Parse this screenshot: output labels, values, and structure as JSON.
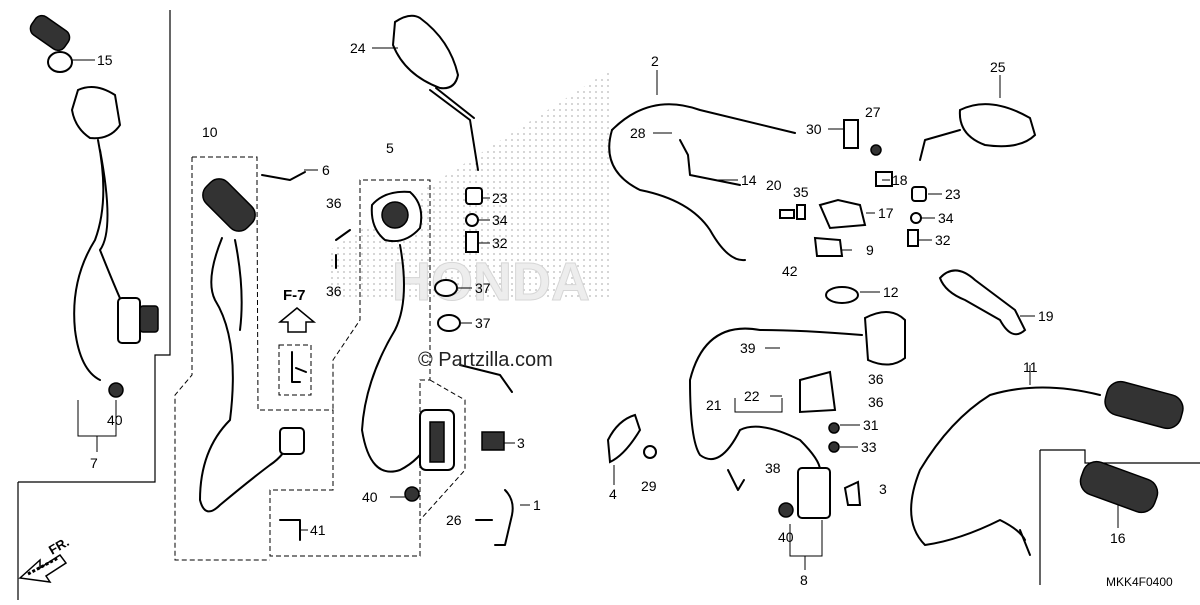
{
  "diagram": {
    "code": "MKK4F0400",
    "watermark_text": "© Partzilla.com",
    "background_logo": "HONDA",
    "ref_label": "F-7",
    "front_label": "FR.",
    "callouts": [
      {
        "id": "c15",
        "label": "15"
      },
      {
        "id": "c24",
        "label": "24"
      },
      {
        "id": "c10",
        "label": "10"
      },
      {
        "id": "c6",
        "label": "6"
      },
      {
        "id": "c5",
        "label": "5"
      },
      {
        "id": "c36a",
        "label": "36"
      },
      {
        "id": "c36b",
        "label": "36"
      },
      {
        "id": "c23a",
        "label": "23"
      },
      {
        "id": "c34a",
        "label": "34"
      },
      {
        "id": "c32a",
        "label": "32"
      },
      {
        "id": "c37a",
        "label": "37"
      },
      {
        "id": "c37b",
        "label": "37"
      },
      {
        "id": "c3a",
        "label": "3"
      },
      {
        "id": "c40a",
        "label": "40"
      },
      {
        "id": "c40b",
        "label": "40"
      },
      {
        "id": "c7",
        "label": "7"
      },
      {
        "id": "c41",
        "label": "41"
      },
      {
        "id": "c26",
        "label": "26"
      },
      {
        "id": "c1",
        "label": "1"
      },
      {
        "id": "c2",
        "label": "2"
      },
      {
        "id": "c28",
        "label": "28"
      },
      {
        "id": "c14",
        "label": "14"
      },
      {
        "id": "c20",
        "label": "20"
      },
      {
        "id": "c35",
        "label": "35"
      },
      {
        "id": "c30",
        "label": "30"
      },
      {
        "id": "c27",
        "label": "27"
      },
      {
        "id": "c18",
        "label": "18"
      },
      {
        "id": "c17",
        "label": "17"
      },
      {
        "id": "c9",
        "label": "9"
      },
      {
        "id": "c42",
        "label": "42"
      },
      {
        "id": "c25",
        "label": "25"
      },
      {
        "id": "c23b",
        "label": "23"
      },
      {
        "id": "c34b",
        "label": "34"
      },
      {
        "id": "c32b",
        "label": "32"
      },
      {
        "id": "c12",
        "label": "12"
      },
      {
        "id": "c19",
        "label": "19"
      },
      {
        "id": "c39",
        "label": "39"
      },
      {
        "id": "c36c",
        "label": "36"
      },
      {
        "id": "c36d",
        "label": "36"
      },
      {
        "id": "c21",
        "label": "21"
      },
      {
        "id": "c22",
        "label": "22"
      },
      {
        "id": "c31",
        "label": "31"
      },
      {
        "id": "c33",
        "label": "33"
      },
      {
        "id": "c4",
        "label": "4"
      },
      {
        "id": "c29",
        "label": "29"
      },
      {
        "id": "c38",
        "label": "38"
      },
      {
        "id": "c3b",
        "label": "3"
      },
      {
        "id": "c40c",
        "label": "40"
      },
      {
        "id": "c8",
        "label": "8"
      },
      {
        "id": "c11",
        "label": "11"
      },
      {
        "id": "c16",
        "label": "16"
      }
    ]
  }
}
